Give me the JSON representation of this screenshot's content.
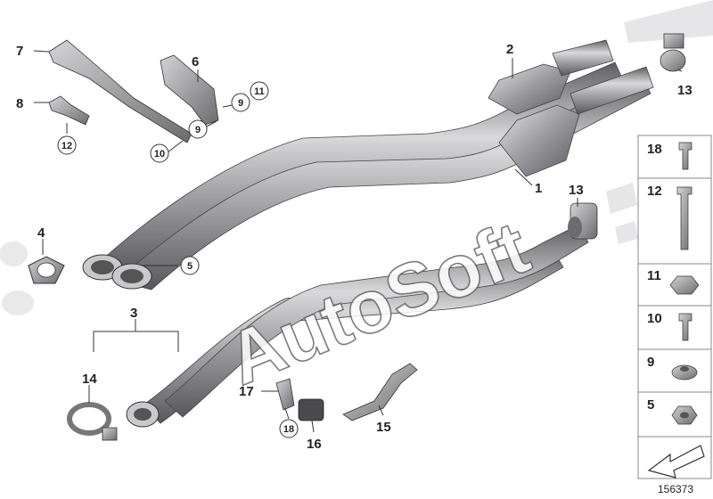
{
  "diagram_number": "156373",
  "watermark": "AutoSoft",
  "callouts": {
    "c1": "1",
    "c2": "2",
    "c3": "3",
    "c4": "4",
    "c5": "5",
    "c6": "6",
    "c7": "7",
    "c8": "8",
    "c9a": "9",
    "c9b": "9",
    "c10": "10",
    "c11": "11",
    "c12": "12",
    "c13a": "13",
    "c13b": "13",
    "c14": "14",
    "c15": "15",
    "c16": "16",
    "c17": "17",
    "c18": "18"
  },
  "legend": {
    "items": [
      {
        "number": "18"
      },
      {
        "number": "12"
      },
      {
        "number": "11"
      },
      {
        "number": "10"
      },
      {
        "number": "9"
      },
      {
        "number": "5"
      }
    ]
  },
  "colors": {
    "pipe": "#8f8f92",
    "pipe_light": "#d9d9db",
    "pipe_dark": "#5e5e62",
    "part": "#a9a9ad",
    "legend_border": "#888888"
  }
}
